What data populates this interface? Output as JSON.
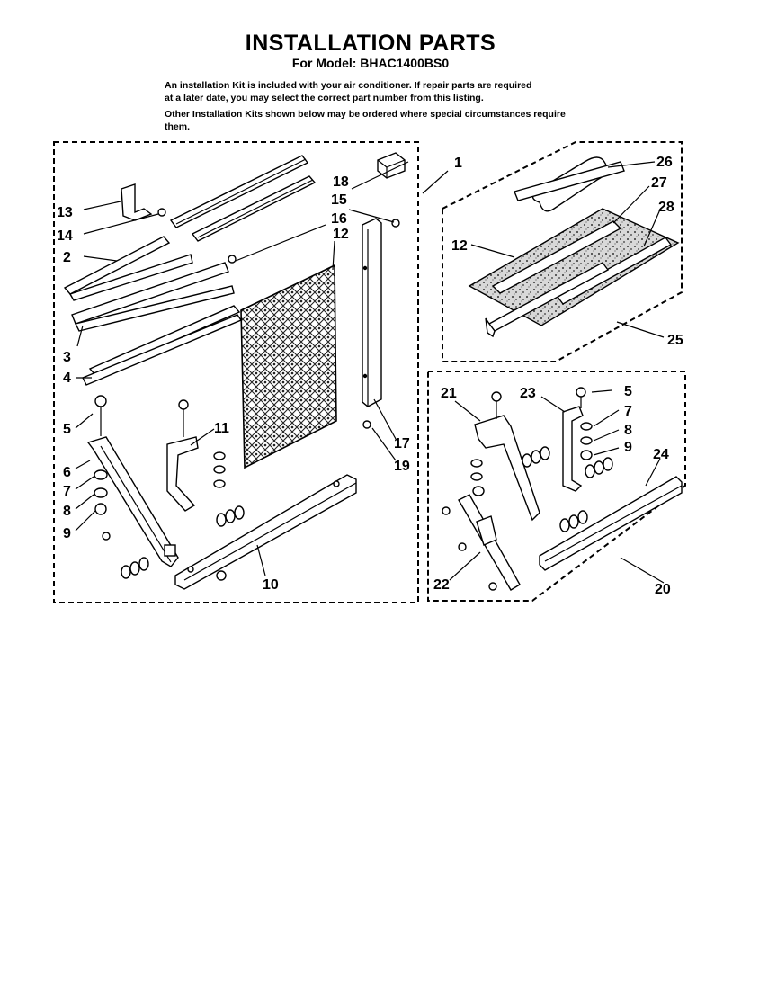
{
  "title": "INSTALLATION PARTS",
  "subtitle": "For Model: BHAC1400BS0",
  "intro": {
    "line1": "An installation Kit is included with your air conditioner. If repair parts are required",
    "line2": "at a later date, you may select the correct part number from this listing.",
    "line3": "Other Installation Kits shown below may be ordered where special circumstances require",
    "line4": "them."
  },
  "callouts": {
    "c1": "1",
    "c2": "2",
    "c3": "3",
    "c4": "4",
    "c5a": "5",
    "c6": "6",
    "c7a": "7",
    "c8a": "8",
    "c9a": "9",
    "c10": "10",
    "c11": "11",
    "c12a": "12",
    "c13": "13",
    "c14": "14",
    "c15": "15",
    "c16": "16",
    "c17": "17",
    "c18": "18",
    "c19": "19",
    "c12b": "12",
    "c25": "25",
    "c26": "26",
    "c27": "27",
    "c28": "28",
    "c20": "20",
    "c21": "21",
    "c22": "22",
    "c23": "23",
    "c24": "24",
    "c5b": "5",
    "c7b": "7",
    "c8b": "8",
    "c9b": "9"
  }
}
